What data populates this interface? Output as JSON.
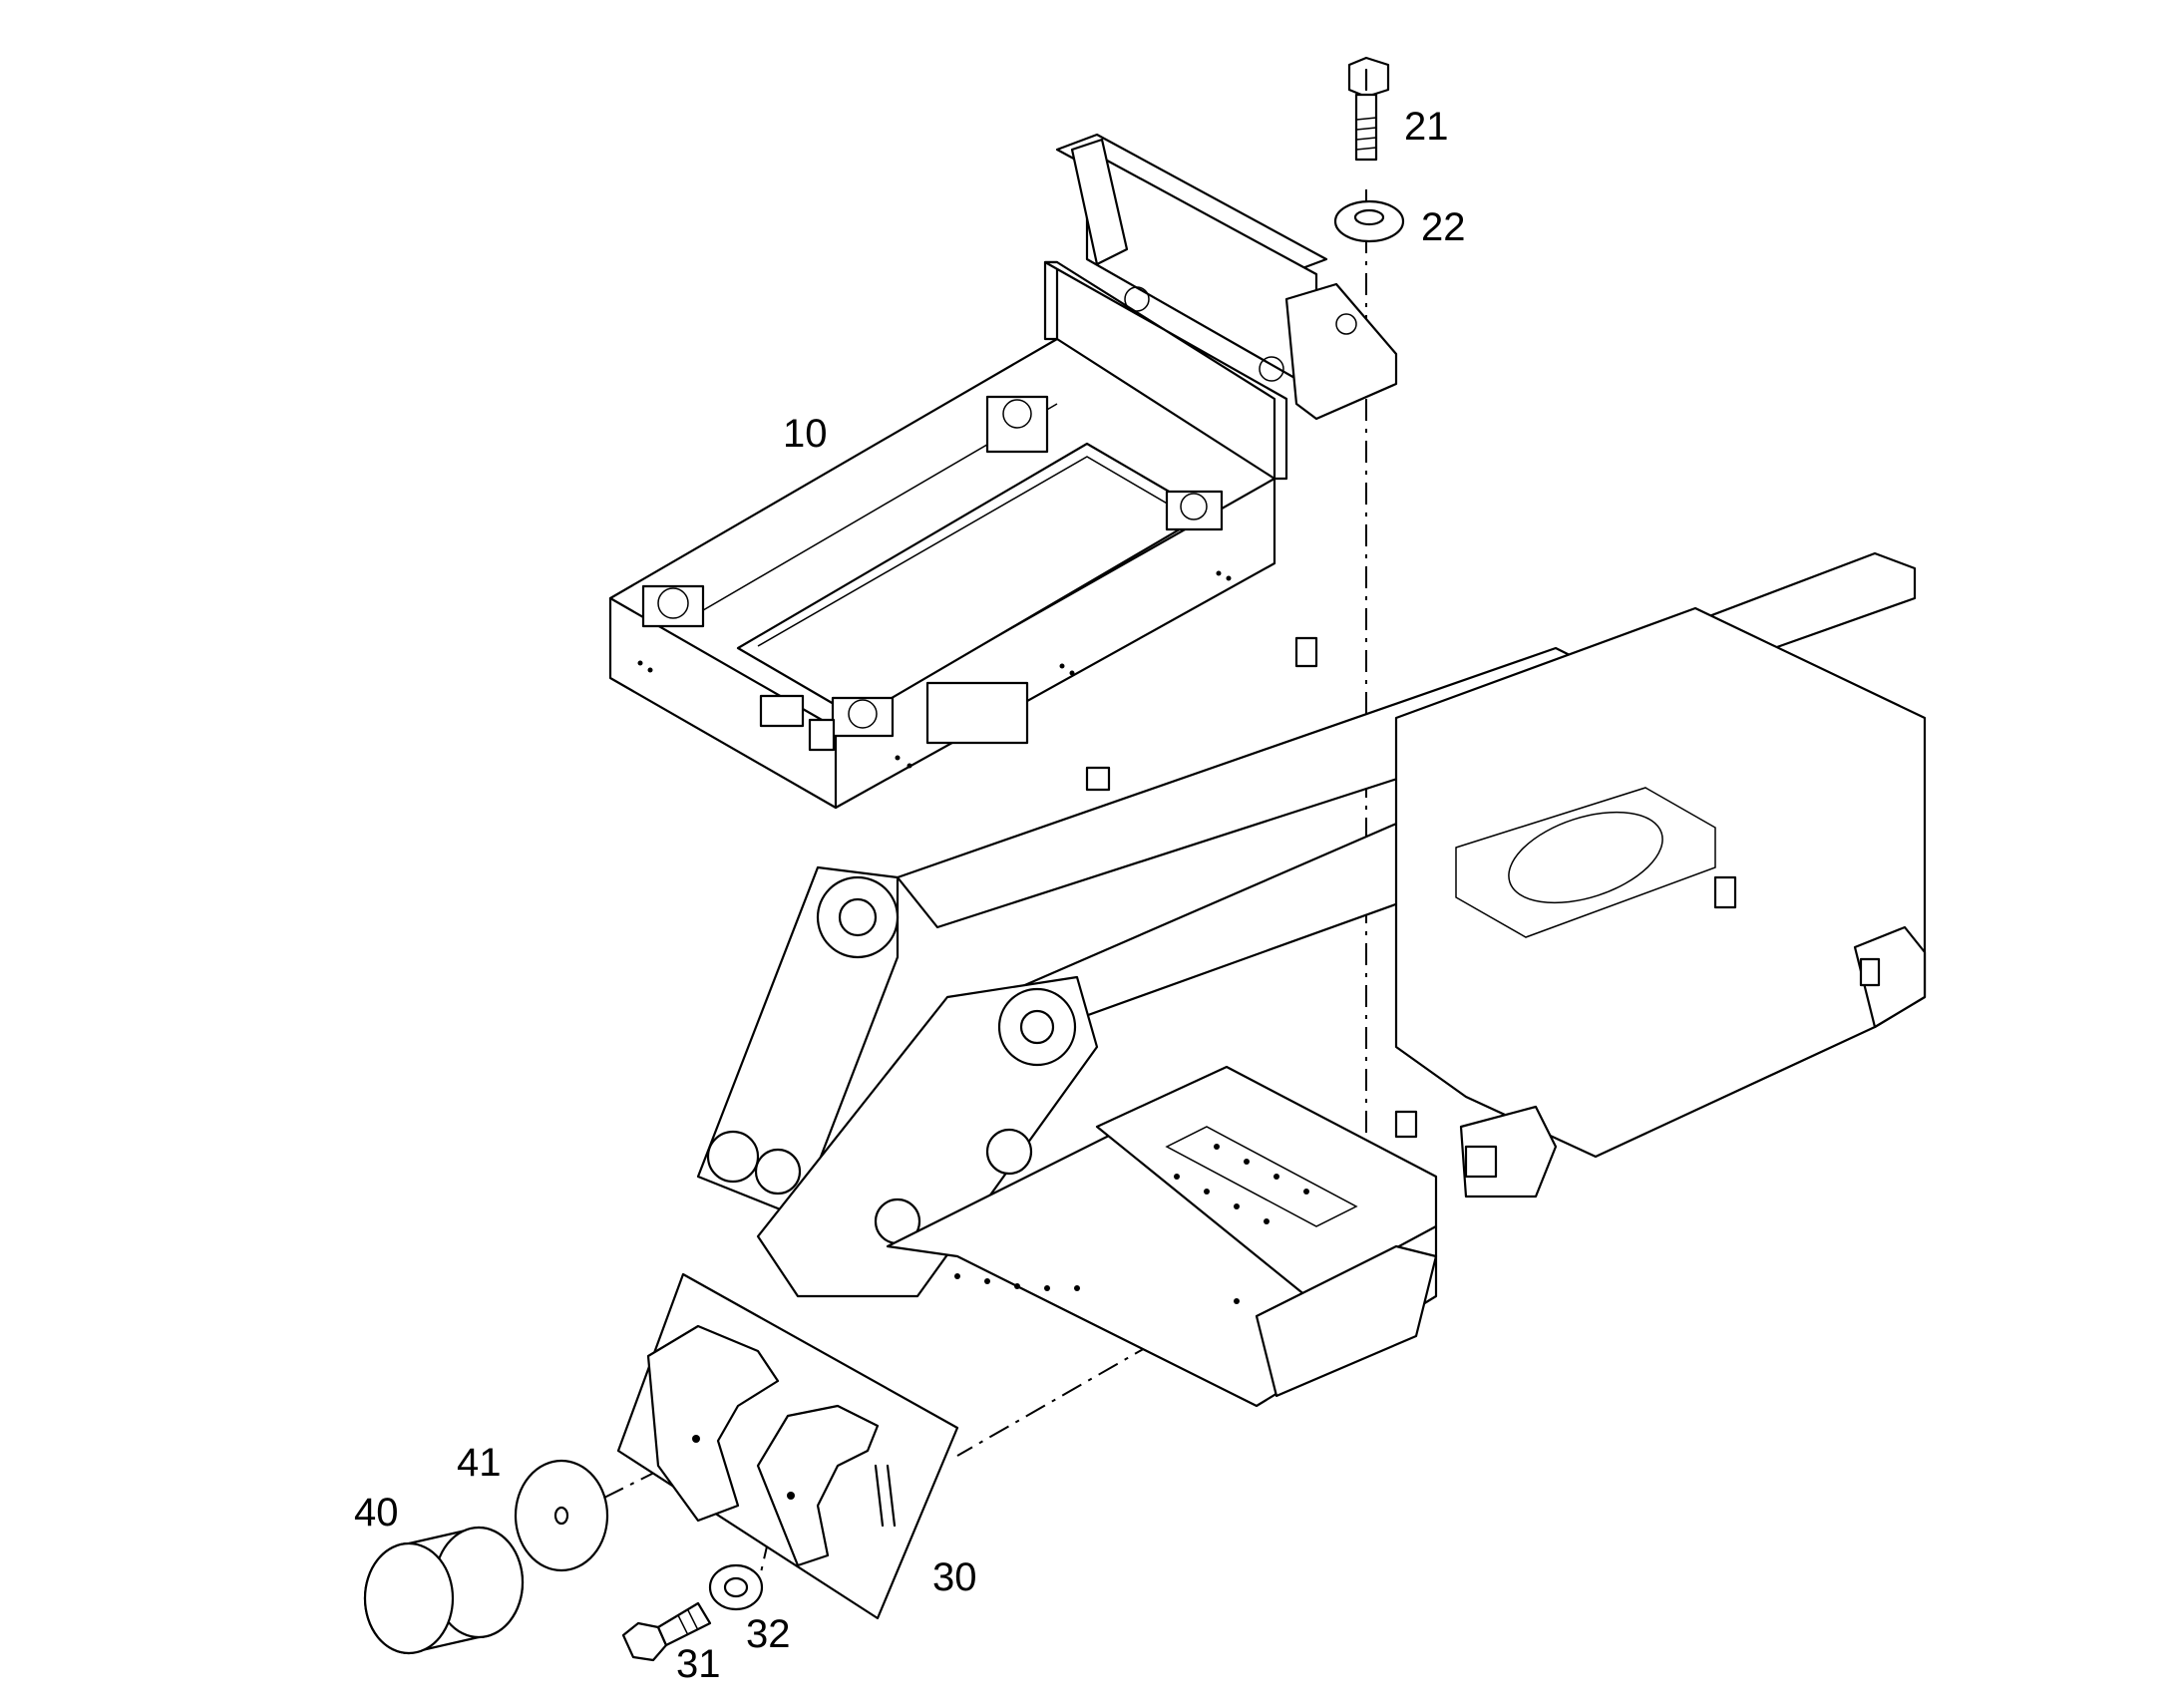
{
  "callouts": {
    "c10": "10",
    "c21": "21",
    "c22": "22",
    "c30": "30",
    "c31": "31",
    "c32": "32",
    "c40": "40",
    "c41": "41"
  }
}
